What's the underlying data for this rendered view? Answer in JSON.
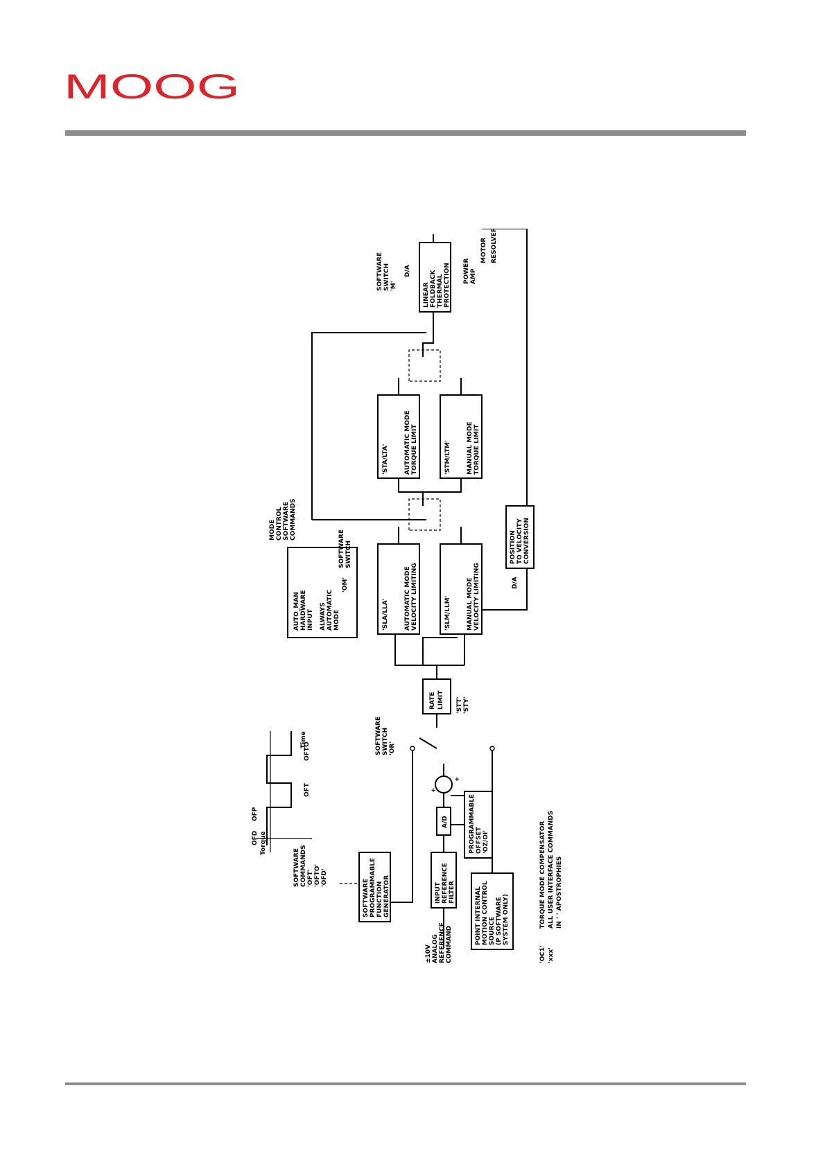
{
  "header": {
    "logo_text": "MOOG",
    "logo_color": "#d8262c"
  },
  "diagram": {
    "function_generator": [
      "SOFTWARE",
      "PROGRAMMABLE",
      "FUNCTION",
      "GENERATOR"
    ],
    "software_commands": [
      "SOFTWARE",
      "COMMANDS",
      "'OFT'",
      "'OFTO'",
      "'OFD'"
    ],
    "waveform": {
      "torque": "Torque",
      "time": "Time",
      "oft": "OFT",
      "ofto": "OFTO",
      "ofp": "OFP",
      "ofd": "OFD"
    },
    "analog_ref": [
      "±10V",
      "ANALOG",
      "REFERENCE",
      "COMMAND"
    ],
    "input_filter": [
      "INPUT",
      "REFERENCE",
      "FILTER"
    ],
    "ad": "A/D",
    "offset": [
      "PROGRAMMABLE",
      "OFFSET",
      "'OZ/OI'"
    ],
    "plus_a": "+",
    "plus_b": "+",
    "point_internal": [
      "POINT INTERNAL",
      "MOTION CONTROL",
      "SOURCE",
      "(P SOFTWARE",
      "SYSTEM ONLY)"
    ],
    "switch_or": [
      "SOFTWARE",
      "SWITCH",
      "'OR'"
    ],
    "rate_limit": [
      "RATE",
      "LIMIT"
    ],
    "stt": [
      "'STT'",
      "'STY'"
    ],
    "auto_man": [
      "AUTO_MAN",
      "HARDWARE",
      "INPUT"
    ],
    "always_auto": [
      "ALWAYS",
      "AUTOMATIC",
      "MODE"
    ],
    "om": "'OM'",
    "switch_sw": [
      "SOFTWARE",
      "SWITCH"
    ],
    "mode_control": [
      "MODE",
      "CONTROL",
      "SOFTWARE",
      "COMMANDS"
    ],
    "sla": "'SLA/LLA'",
    "slm": "'SLM/LLM'",
    "auto_vel": [
      "AUTOMATIC MODE",
      "VELOCITY LIMITING"
    ],
    "man_vel": [
      "MANUAL MODE",
      "VELOCITY LIMITING"
    ],
    "sta": "'STA/LTA'",
    "stm": "'STM/LTM'",
    "auto_torque": [
      "AUTOMATIC MODE",
      "TORQUE LIMIT"
    ],
    "man_torque": [
      "MANUAL MODE",
      "TORQUE LIMIT"
    ],
    "foldback": [
      "LINEAR",
      "FOLDBACK",
      "THERMAL",
      "PROTECTION"
    ],
    "da_top": "D/A",
    "switch_m": [
      "SOFTWARE",
      "SWITCH",
      "'M'"
    ],
    "power_amp": [
      "POWER",
      "AMP"
    ],
    "motor": "MOTOR",
    "resolver": "RESOLVER",
    "da_bottom": "D/A",
    "pos_vel": [
      "POSITION",
      "TO VELOCITY",
      "CONVERSION"
    ],
    "legend": [
      {
        "code": "'OC1'",
        "text": "TORQUE MODE COMPENSATOR"
      },
      {
        "code": "'xxx'",
        "text": "ALL USER INTERFACE COMMANDS"
      },
      {
        "code": "",
        "text": "IN ' ' APOSTROPHIES"
      }
    ]
  }
}
